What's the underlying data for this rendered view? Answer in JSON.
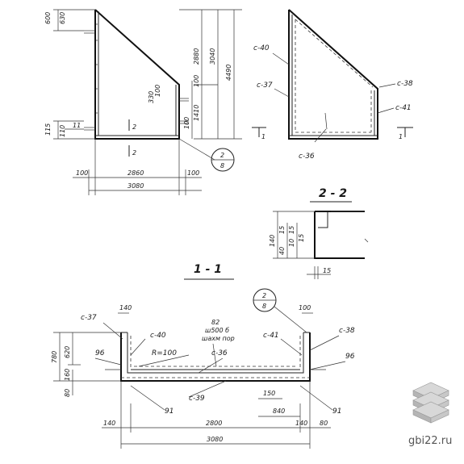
{
  "sections": {
    "s22_title": "2 - 2",
    "s11_title": "1 - 1",
    "marker_1": "1",
    "marker_2": "2",
    "callout_top": "2",
    "callout_bottom": "8"
  },
  "labels": {
    "c40": "с-40",
    "c37": "с-37",
    "c38": "с-38",
    "c41": "с-41",
    "c36": "с-36",
    "c39": "с-39",
    "n96": "96",
    "n91": "91",
    "r100": "R=100",
    "note_82": "82",
    "note_w500": "ш500 б",
    "note_shakh": "шахм пор"
  },
  "dims_top": {
    "d600": "600",
    "d630": "630",
    "d2880": "2880",
    "d3040": "3040",
    "d4490": "4490",
    "d100a": "100",
    "d100b": "100",
    "d330": "330",
    "d1410": "1410",
    "d100c": "100",
    "d115": "115",
    "d110": "110",
    "d11": "11",
    "d2860": "2860",
    "d100l": "100",
    "d100r": "100",
    "d3080": "3080"
  },
  "dims_22": {
    "d140": "140",
    "d15a": "15",
    "d15b": "15",
    "d10": "10",
    "d15c": "15",
    "d40": "40",
    "d15d": "15"
  },
  "dims_11": {
    "d780": "780",
    "d620": "620",
    "d160": "160",
    "d80l": "80",
    "d140t": "140",
    "d100t": "100",
    "d150": "150",
    "d840": "840",
    "d140": "140",
    "d2800": "2800",
    "d140r": "140",
    "d80r": "80",
    "d3080": "3080"
  },
  "watermark": {
    "text": "gbi22.ru"
  }
}
